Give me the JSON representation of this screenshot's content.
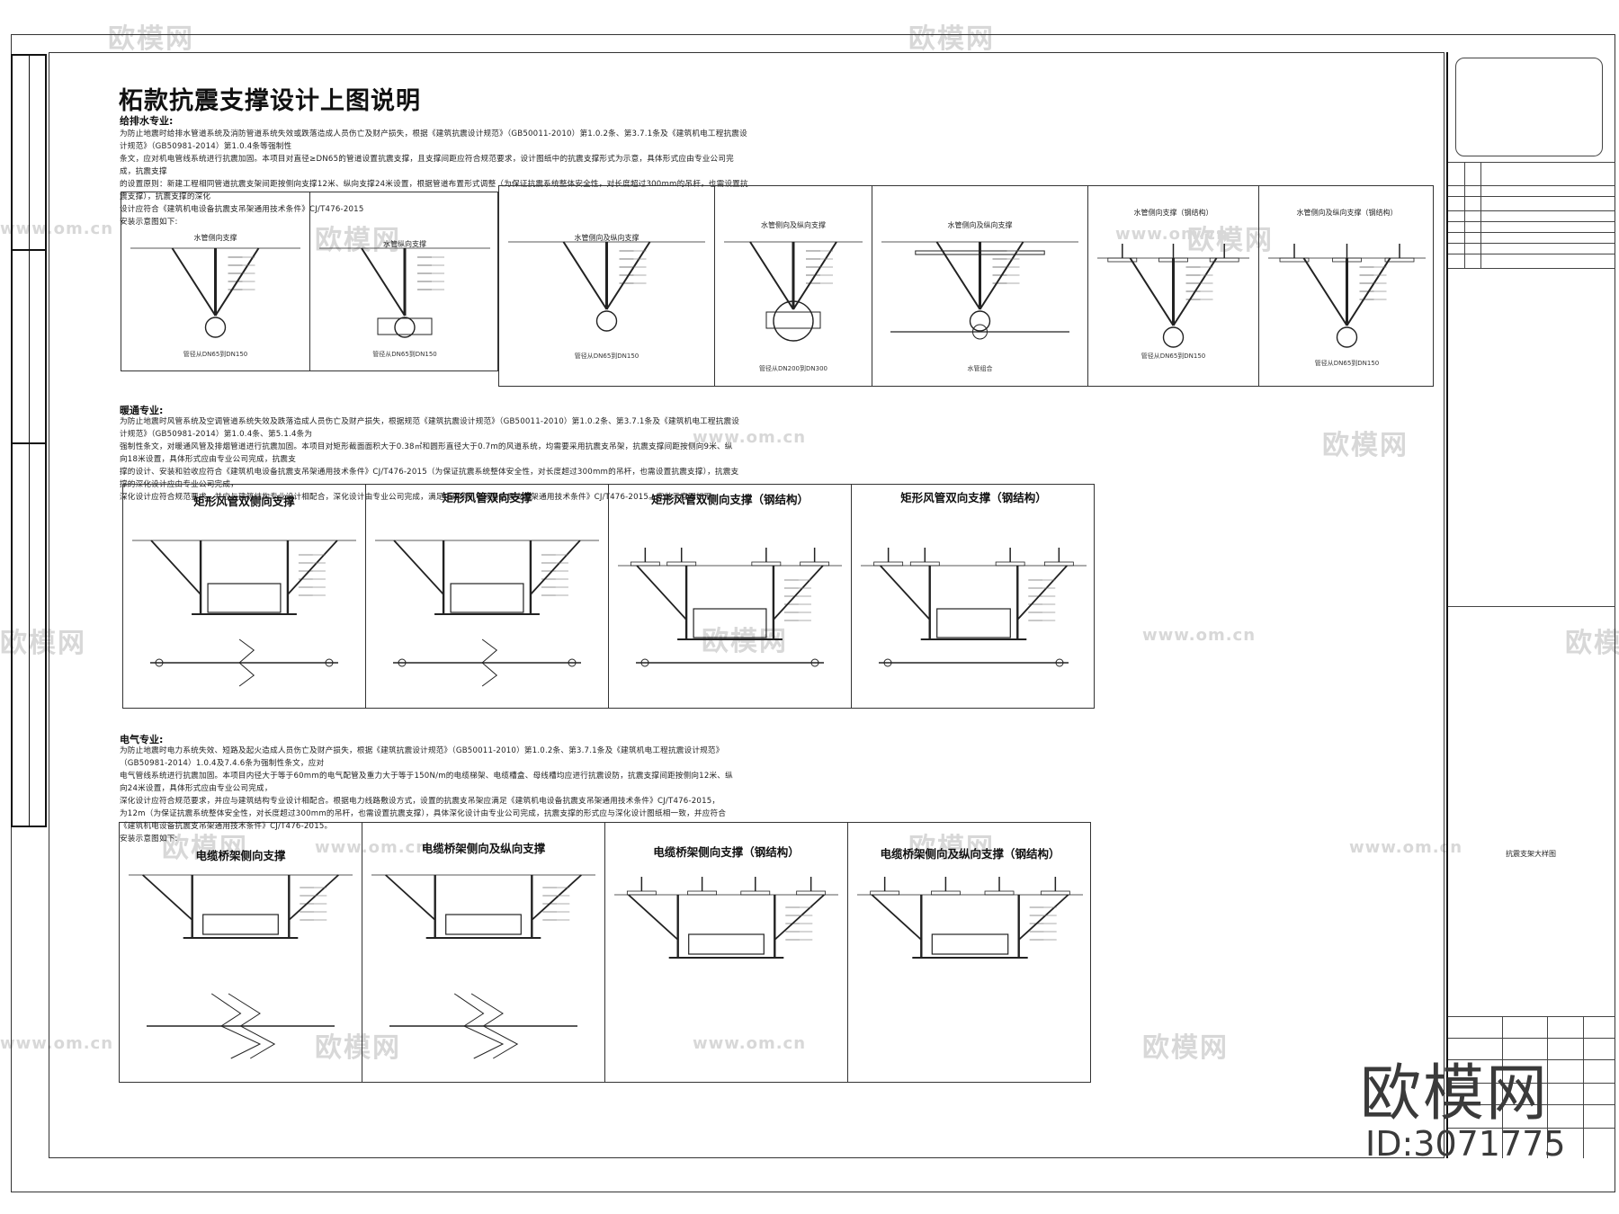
{
  "main_title": "柘款抗震支撑设计上图说明",
  "plumbing": {
    "heading": "给排水专业:",
    "lines": [
      "为防止地震时给排水管道系统及消防管道系统失效或跌落造成人员伤亡及财产损失，根据《建筑抗震设计规范》（GB50011-2010）第1.0.2条、第3.7.1条及《建筑机电工程抗震设计规范》（GB50981-2014）第1.0.4条等强制性",
      "条文，应对机电管线系统进行抗震加固。本项目对直径≥DN65的管道设置抗震支撑，且支撑间距应符合规范要求，设计图纸中的抗震支撑形式为示意，具体形式应由专业公司完成，抗震支撑",
      "的设置原则：新建工程相同管道抗震支架间距按侧向支撑12米、纵向支撑24米设置，根据管道布置形式调整（为保证抗震系统整体安全性，对长度超过300mm的吊杆，也需设置抗震支撑），抗震支撑的深化",
      "设计应符合《建筑机电设备抗震支吊架通用技术条件》CJ/T476-2015",
      "安装示意图如下:"
    ],
    "cells_left": [
      {
        "title": "水管侧向支撑",
        "caption": "管径从DN65到DN150"
      },
      {
        "title": "水管纵向支撑",
        "caption": "管径从DN65到DN150"
      }
    ],
    "cells_right": [
      {
        "title": "水管侧向及纵向支撑",
        "caption": "管径从DN65到DN150"
      },
      {
        "title": "水管侧向及纵向支撑",
        "caption": "管径从DN200到DN300"
      },
      {
        "title": "水管侧向及纵向支撑",
        "caption": "水管组合"
      },
      {
        "title": "水管侧向支撑（钢结构）",
        "caption": "管径从DN65到DN150"
      },
      {
        "title": "水管侧向及纵向支撑（钢结构）",
        "caption": "管径从DN65到DN150"
      }
    ]
  },
  "hvac": {
    "heading": "暖通专业:",
    "lines": [
      "为防止地震时风管系统及空调管道系统失效及跌落造成人员伤亡及财产损失，根据规范《建筑抗震设计规范》（GB50011-2010）第1.0.2条、第3.7.1条及《建筑机电工程抗震设计规范》（GB50981-2014）第1.0.4条、第5.1.4条为",
      "强制性条文，对暖通风管及排烟管道进行抗震加固。本项目对矩形截面面积大于0.38㎡和圆形直径大于0.7m的风道系统，均需要采用抗震支吊架，抗震支撑间距按侧向9米、纵向18米设置，具体形式应由专业公司完成，抗震支",
      "撑的设计、安装和验收应符合《建筑机电设备抗震支吊架通用技术条件》CJ/T476-2015（为保证抗震系统整体安全性，对长度超过300mm的吊杆，也需设置抗震支撑），抗震支撑的深化设计应由专业公司完成，",
      "深化设计应符合规范要求，并应与建筑结构专业设计相配合，深化设计由专业公司完成，满足《建筑机电设备抗震支吊架通用技术条件》CJ/T476-2015。安装示意图如下:"
    ],
    "cells": [
      {
        "title": "矩形风管双侧向支撑"
      },
      {
        "title": "矩形风管双向支撑"
      },
      {
        "title": "矩形风管双侧向支撑（钢结构）"
      },
      {
        "title": "矩形风管双向支撑（钢结构）"
      }
    ]
  },
  "electrical": {
    "heading": "电气专业:",
    "lines": [
      "为防止地震时电力系统失效、短路及起火造成人员伤亡及财产损失，根据《建筑抗震设计规范》（GB50011-2010）第1.0.2条、第3.7.1条及《建筑机电工程抗震设计规范》（GB50981-2014）1.0.4及7.4.6条为强制性条文，应对",
      "电气管线系统进行抗震加固。本项目内径大于等于60mm的电气配管及重力大于等于150N/m的电缆梯架、电缆槽盒、母线槽均应进行抗震设防，抗震支撑间距按侧向12米、纵向24米设置，具体形式应由专业公司完成，",
      "深化设计应符合规范要求，并应与建筑结构专业设计相配合。根据电力线路敷设方式，设置的抗震支吊架应满足《建筑机电设备抗震支吊架通用技术条件》CJ/T476-2015，",
      "为12m（为保证抗震系统整体安全性，对长度超过300mm的吊杆，也需设置抗震支撑），具体深化设计由专业公司完成，抗震支撑的形式应与深化设计图纸相一致，并应符合《建筑机电设备抗震支吊架通用技术条件》CJ/T476-2015。",
      "安装示意图如下:"
    ],
    "cells": [
      {
        "title": "电缆桥架侧向支撑"
      },
      {
        "title": "电缆桥架侧向及纵向支撑"
      },
      {
        "title": "电缆桥架侧向支撑（钢结构）"
      },
      {
        "title": "电缆桥架侧向及纵向支撑（钢结构）"
      }
    ]
  },
  "title_block": {
    "drawing_name": "抗震支架大样图"
  },
  "watermark": {
    "logo": "欧模网",
    "url": "www.om.cn"
  },
  "brand": {
    "logo": "欧模网",
    "id": "ID:3071775"
  }
}
